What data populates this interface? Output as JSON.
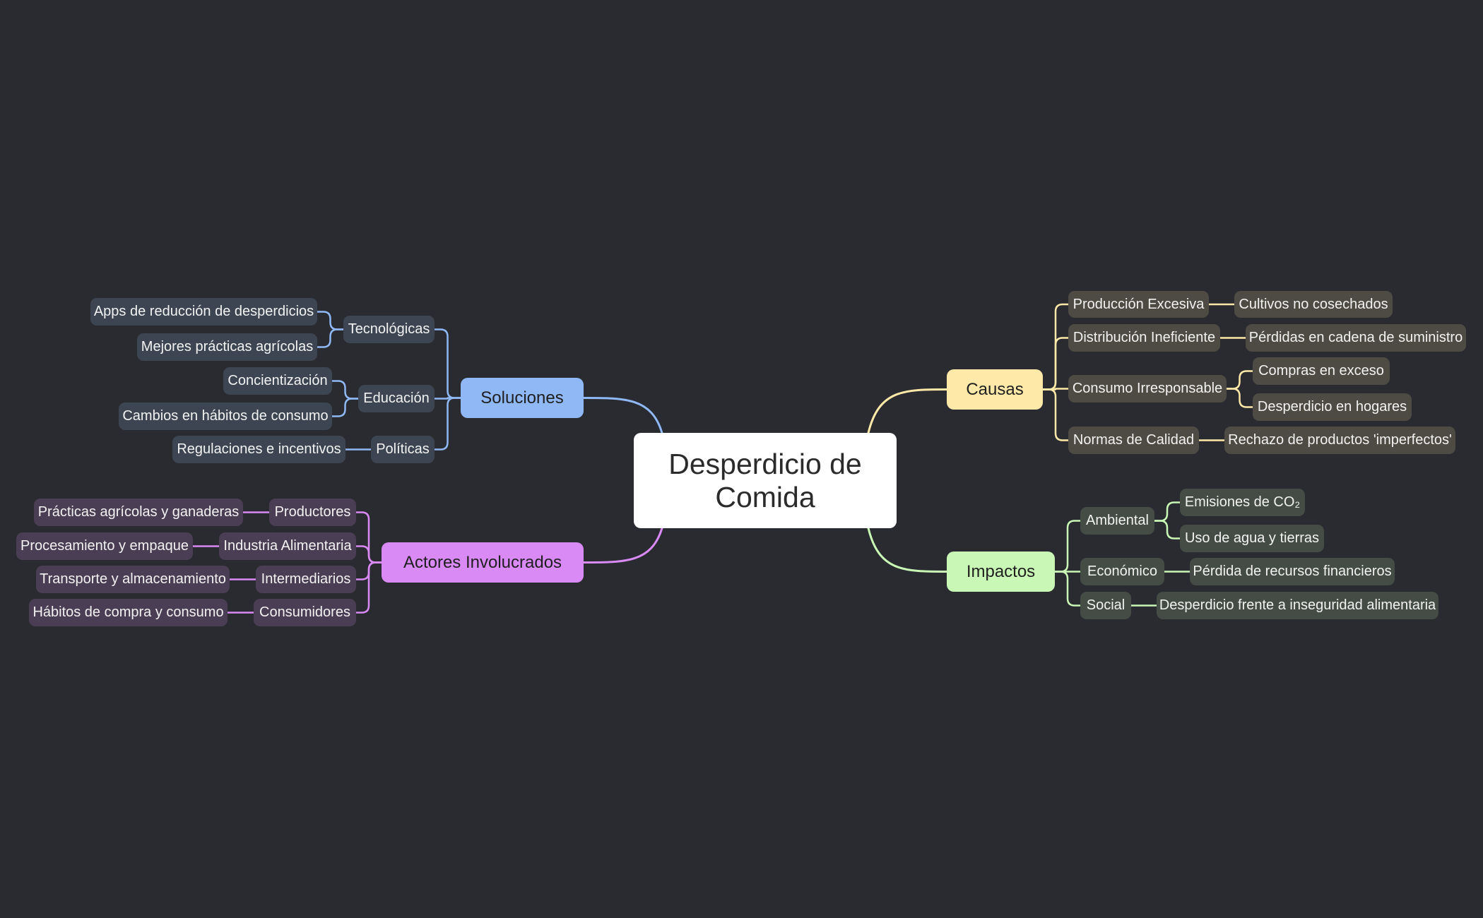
{
  "central": {
    "label": "Desperdicio de\nComida"
  },
  "branches": {
    "causas": {
      "label": "Causas",
      "color": "#ffe9a8",
      "sub_bg": "#4e4b44",
      "children": [
        {
          "label": "Producción Excesiva",
          "leaves": [
            "Cultivos no cosechados"
          ]
        },
        {
          "label": "Distribución Ineficiente",
          "leaves": [
            "Pérdidas en cadena de suministro"
          ]
        },
        {
          "label": "Consumo Irresponsable",
          "leaves": [
            "Compras en exceso",
            "Desperdicio en hogares"
          ]
        },
        {
          "label": "Normas de Calidad",
          "leaves": [
            "Rechazo de productos 'imperfectos'"
          ]
        }
      ]
    },
    "impactos": {
      "label": "Impactos",
      "color": "#c9f7b5",
      "sub_bg": "#454c45",
      "children": [
        {
          "label": "Ambiental",
          "leaves": [
            "Emisiones de CO₂",
            "Uso de agua y tierras"
          ]
        },
        {
          "label": "Económico",
          "leaves": [
            "Pérdida de recursos financieros"
          ]
        },
        {
          "label": "Social",
          "leaves": [
            "Desperdicio frente a inseguridad alimentaria"
          ]
        }
      ]
    },
    "soluciones": {
      "label": "Soluciones",
      "color": "#8fb8f5",
      "sub_bg": "#3d4552",
      "children": [
        {
          "label": "Tecnológicas",
          "leaves": [
            "Apps de reducción de desperdicios",
            "Mejores prácticas agrícolas"
          ]
        },
        {
          "label": "Educación",
          "leaves": [
            "Concientización",
            "Cambios en hábitos de consumo"
          ]
        },
        {
          "label": "Políticas",
          "leaves": [
            "Regulaciones e incentivos"
          ]
        }
      ]
    },
    "actores": {
      "label": "Actores Involucrados",
      "color": "#d98af5",
      "sub_bg": "#4a3e54",
      "children": [
        {
          "label": "Productores",
          "leaves": [
            "Prácticas agrícolas y ganaderas"
          ]
        },
        {
          "label": "Industria Alimentaria",
          "leaves": [
            "Procesamiento y empaque"
          ]
        },
        {
          "label": "Intermediarios",
          "leaves": [
            "Transporte y almacenamiento"
          ]
        },
        {
          "label": "Consumidores",
          "leaves": [
            "Hábitos de compra y consumo"
          ]
        }
      ]
    }
  }
}
